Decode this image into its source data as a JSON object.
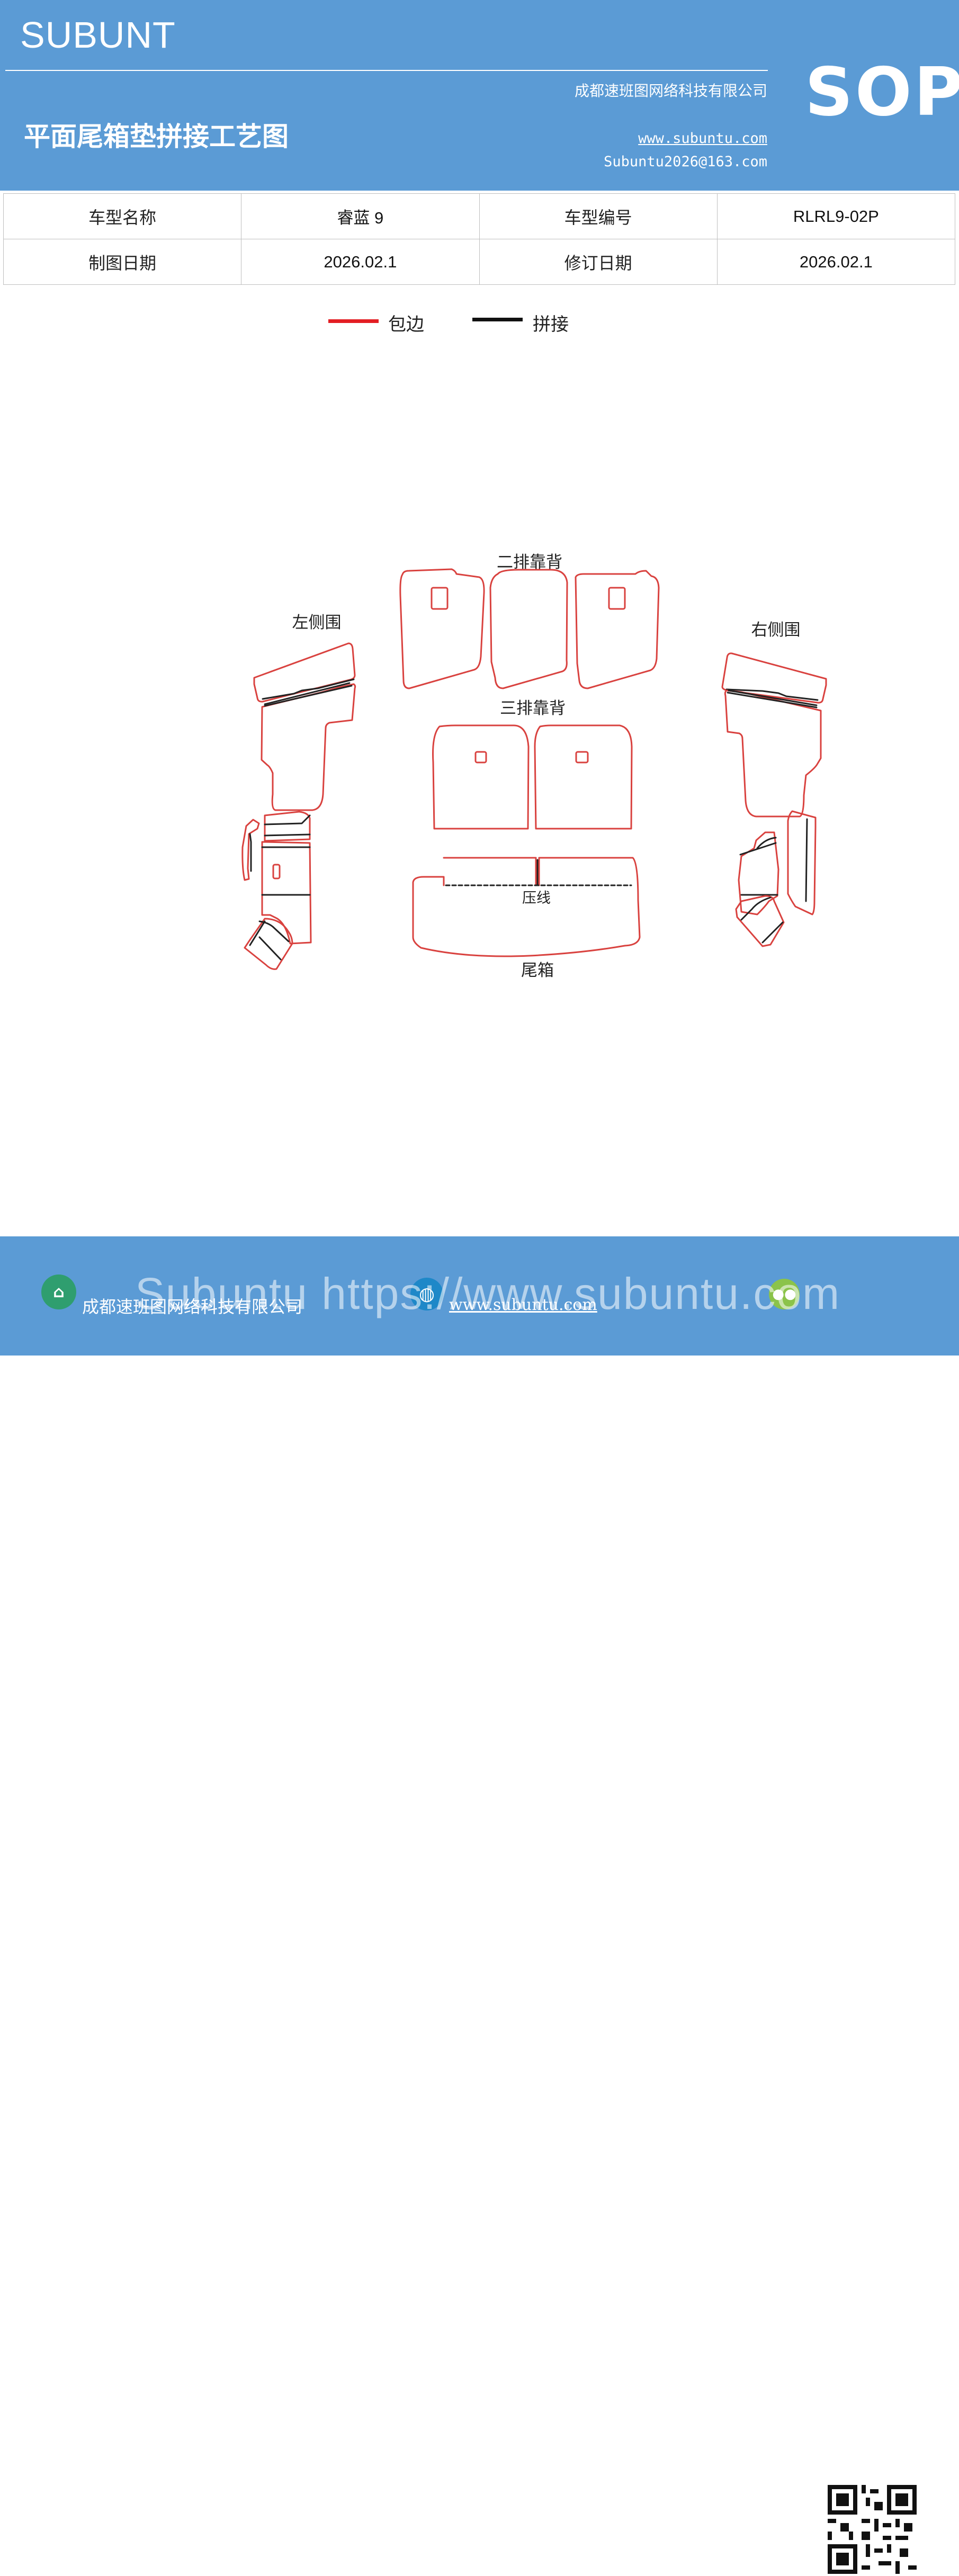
{
  "header": {
    "brand": "SUBUNT",
    "company": "成都速班图网络科技有限公司",
    "doc_title": "平面尾箱垫拼接工艺图",
    "website": "www.subuntu.com",
    "email": "Subuntu2026@163.com",
    "badge": "SOP"
  },
  "info_table": {
    "rows": [
      [
        "车型名称",
        "睿蓝 9",
        "车型编号",
        "RLRL9-02P"
      ],
      [
        "制图日期",
        "2026.02.1",
        "修订日期",
        "2026.02.1"
      ]
    ]
  },
  "legend": [
    {
      "label": "包边",
      "color": "#e31e24"
    },
    {
      "label": "拼接",
      "color": "#111111"
    }
  ],
  "diagram": {
    "labels": {
      "second_row_back": "二排靠背",
      "third_row_back": "三排靠背",
      "left_side": "左侧围",
      "right_side": "右侧围",
      "press_line": "压线",
      "trunk": "尾箱"
    },
    "colors": {
      "edge": "#d9423f",
      "seam": "#222222"
    }
  },
  "footer": {
    "company": "成都速班图网络科技有限公司",
    "website": "www.subuntu.com",
    "watermark": "Subuntu https://www.subuntu.com",
    "icons": [
      "building-icon",
      "globe-icon",
      "wechat-icon",
      "qr-code"
    ]
  }
}
